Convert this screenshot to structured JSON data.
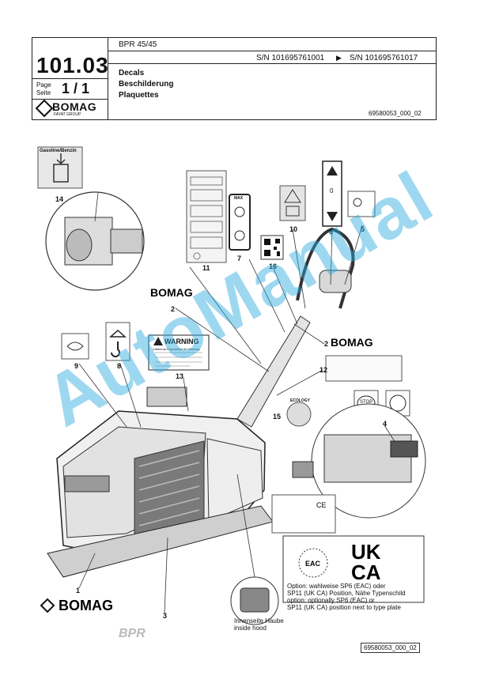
{
  "header": {
    "doc_number": "101.03",
    "model": "BPR 45/45",
    "page_label_de": "Page",
    "page_label_en": "Seite",
    "page_value": "1 / 1",
    "serial_from": "S/N 101695761001",
    "serial_to": "S/N 101695761017",
    "arrow": "▶",
    "title_en": "Decals",
    "title_de": "Beschilderung",
    "title_fr": "Plaquettes",
    "ref_code": "69580053_000_02",
    "logo_text": "BOMAG",
    "logo_sub": "FAYAT GROUP"
  },
  "watermark": "AutoManual",
  "decals": {
    "fuel_label": "Gasoline/Benzin",
    "warning_title": "WARNING",
    "warning_sub": "California Proposition 65 Warning",
    "ecology_label": "ECOLOGY",
    "stop_label": "STOP",
    "max_label": "MAX",
    "ukca_top": "UK",
    "ukca_bottom": "CA",
    "eac_label": "EAC",
    "ce_label": "CE",
    "gauge_zero": "0"
  },
  "numbers": [
    "14",
    "11",
    "7",
    "16",
    "10",
    "6",
    "5",
    "2",
    "2",
    "9",
    "8",
    "13",
    "12",
    "15",
    "4",
    "1",
    "3"
  ],
  "notes": {
    "option_de": "Option: wahlweise SP6 (EAC) oder",
    "option_de2": "SP11 (UK CA) Position, Nähe Typenschild",
    "option_en": "option: optionally SP6 (EAC) or",
    "option_en2": "SP11 (UK CA) position next to type plate",
    "inside_de": "Innenseite Haube",
    "inside_en": "inside hood"
  },
  "footer_ref": "69580053_000_02",
  "model_decal": "BPR",
  "colors": {
    "watermark": "#29a9e0",
    "line": "#222222"
  }
}
